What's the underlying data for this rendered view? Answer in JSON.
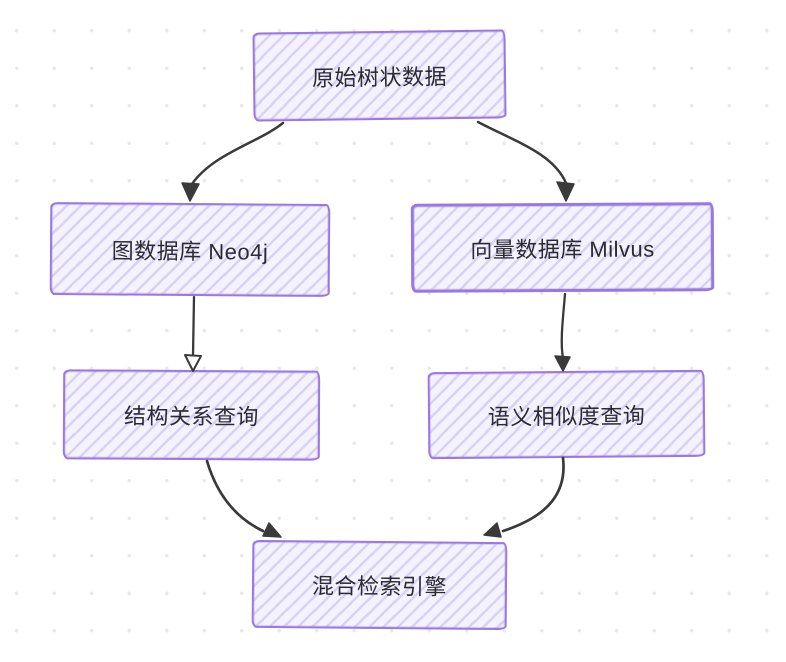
{
  "diagram": {
    "type": "flowchart",
    "style": "hand-drawn",
    "nodes": [
      {
        "id": "root",
        "label": "原始树状数据"
      },
      {
        "id": "graph-db",
        "label": "图数据库 Neo4j"
      },
      {
        "id": "vector-db",
        "label": "向量数据库 Milvus"
      },
      {
        "id": "structural-query",
        "label": "结构关系查询"
      },
      {
        "id": "semantic-query",
        "label": "语义相似度查询"
      },
      {
        "id": "hybrid-engine",
        "label": "混合检索引擎"
      }
    ],
    "edges": [
      {
        "from": "root",
        "to": "graph-db",
        "arrowhead": "solid"
      },
      {
        "from": "root",
        "to": "vector-db",
        "arrowhead": "solid"
      },
      {
        "from": "graph-db",
        "to": "structural-query",
        "arrowhead": "hollow"
      },
      {
        "from": "vector-db",
        "to": "semantic-query",
        "arrowhead": "solid-small"
      },
      {
        "from": "structural-query",
        "to": "hybrid-engine",
        "arrowhead": "solid-small"
      },
      {
        "from": "semantic-query",
        "to": "hybrid-engine",
        "arrowhead": "solid-small"
      }
    ],
    "colors": {
      "node_border": "#9878e1",
      "node_fill": "#f4f2fd",
      "node_hatch": "#d9d2f5",
      "arrow": "#3a3a3a",
      "text": "#2b2b33",
      "background": "#ffffff",
      "background_dot": "#e9e9e9"
    }
  }
}
